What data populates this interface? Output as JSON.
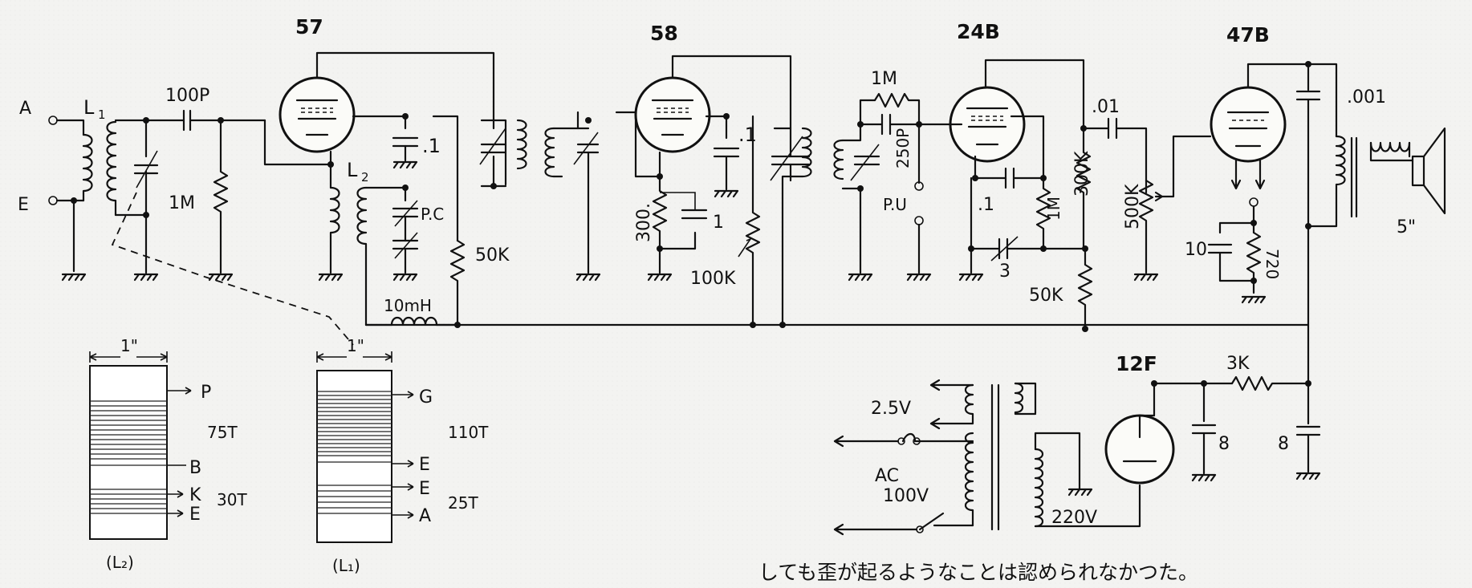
{
  "tubes": {
    "t1": "57",
    "t2": "58",
    "t3": "24B",
    "t4": "47B",
    "rect": "12F"
  },
  "terminals": {
    "antenna": "A",
    "earth": "E"
  },
  "labels": {
    "l1": "L",
    "l1_sub": "1",
    "l2": "L",
    "l2_sub": "2",
    "c_100p": "100P",
    "r_1m_grid": "1M",
    "c_01": ".1",
    "pc": "P.C",
    "r_50k": "50K",
    "choke": "10mH",
    "c_01_b": ".1",
    "r_300": "300.",
    "c_1": "1",
    "r_100k": "100K",
    "r_1m_det": "1M",
    "c_250p": "250P",
    "pu": "P.U",
    "c_01_c": ".1",
    "r_1m_c": "1M",
    "c_3": "3",
    "r_300k": "300K",
    "r_50k_b": "50K",
    "c_001": ".01",
    "r_500k": "500K",
    "c_0001": ".001",
    "c_10": "10",
    "r_720": "720",
    "speaker": "5\"",
    "v25": "2.5V",
    "ac": "AC",
    "v100": "100V",
    "v220": "220V",
    "r_3k": "3K",
    "c_8a": "8",
    "c_8b": "8"
  },
  "coil_l2": {
    "width": "1\"",
    "caption": "(L₂)",
    "taps": [
      "P",
      "B",
      "K",
      "E"
    ],
    "turns": [
      "75T",
      "30T"
    ]
  },
  "coil_l1": {
    "width": "1\"",
    "caption": "(L₁)",
    "taps": [
      "G",
      "E",
      "E",
      "A"
    ],
    "turns": [
      "110T",
      "25T"
    ]
  },
  "caption": "しても歪が起るようなことは認められなかつた。"
}
